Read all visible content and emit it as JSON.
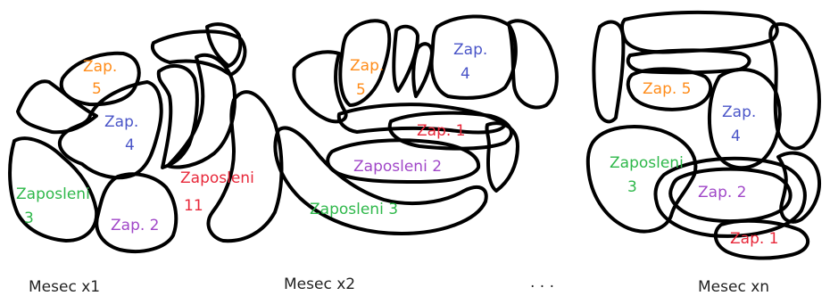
{
  "colors": {
    "orange": "#ff8c1a",
    "blue": "#4a55c8",
    "red": "#e8283a",
    "green": "#2eb84a",
    "purple": "#a047c8"
  },
  "panels": [
    {
      "caption": "Mesec x1",
      "labels": [
        {
          "text": "Zap.",
          "color": "orange"
        },
        {
          "text": "5",
          "color": "orange"
        },
        {
          "text": "Zap.",
          "color": "blue"
        },
        {
          "text": "4",
          "color": "blue"
        },
        {
          "text": "Zaposleni",
          "color": "red"
        },
        {
          "text": "11",
          "color": "red"
        },
        {
          "text": "Zaposleni",
          "color": "green"
        },
        {
          "text": "3",
          "color": "green"
        },
        {
          "text": "Zap. 2",
          "color": "purple"
        }
      ]
    },
    {
      "caption": "Mesec x2",
      "labels": [
        {
          "text": "Zap.",
          "color": "orange"
        },
        {
          "text": "5",
          "color": "orange"
        },
        {
          "text": "Zap.",
          "color": "blue"
        },
        {
          "text": "4",
          "color": "blue"
        },
        {
          "text": "Zap. 1",
          "color": "red"
        },
        {
          "text": "Zaposleni 2",
          "color": "purple"
        },
        {
          "text": "Zaposleni 3",
          "color": "green"
        }
      ]
    },
    {
      "caption": "Mesec xn",
      "labels": [
        {
          "text": "Zap. 5",
          "color": "orange"
        },
        {
          "text": "Zap.",
          "color": "blue"
        },
        {
          "text": "4",
          "color": "blue"
        },
        {
          "text": "Zaposleni",
          "color": "green"
        },
        {
          "text": "3",
          "color": "green"
        },
        {
          "text": "Zap. 2",
          "color": "purple"
        },
        {
          "text": "Zap. 1",
          "color": "red"
        }
      ]
    }
  ],
  "ellipsis": ". . ."
}
